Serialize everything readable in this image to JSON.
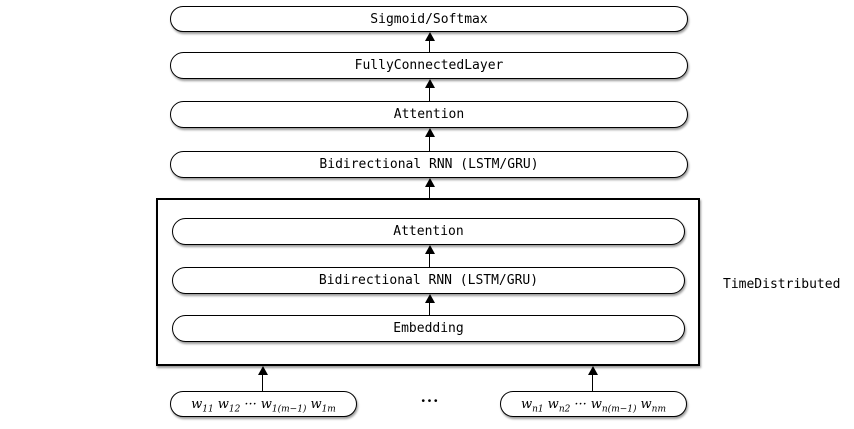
{
  "diagram": {
    "background_color": "#ffffff",
    "stroke_color": "#000000",
    "icons": {
      "flow_arrow": "↑"
    },
    "outer_layers": [
      {
        "label": "Sigmoid/Softmax"
      },
      {
        "label": "FullyConnectedLayer"
      },
      {
        "label": "Attention"
      },
      {
        "label": "Bidirectional RNN (LSTM/GRU)"
      }
    ],
    "time_distributed_block": {
      "label": "TimeDistributed",
      "layers": [
        {
          "label": "Attention"
        },
        {
          "label": "Bidirectional RNN (LSTM/GRU)"
        },
        {
          "label": "Embedding"
        }
      ]
    },
    "inputs": {
      "left_sequence": {
        "tokens": [
          {
            "base": "w",
            "sub": "11"
          },
          {
            "base": "w",
            "sub": "12"
          },
          {
            "base": "···",
            "sub": ""
          },
          {
            "base": "w",
            "sub": "1(m−1)"
          },
          {
            "base": "w",
            "sub": "1m"
          }
        ]
      },
      "separator": "···",
      "right_sequence": {
        "tokens": [
          {
            "base": "w",
            "sub": "n1"
          },
          {
            "base": "w",
            "sub": "n2"
          },
          {
            "base": "···",
            "sub": ""
          },
          {
            "base": "w",
            "sub": "n(m−1)"
          },
          {
            "base": "w",
            "sub": "nm"
          }
        ]
      }
    }
  }
}
